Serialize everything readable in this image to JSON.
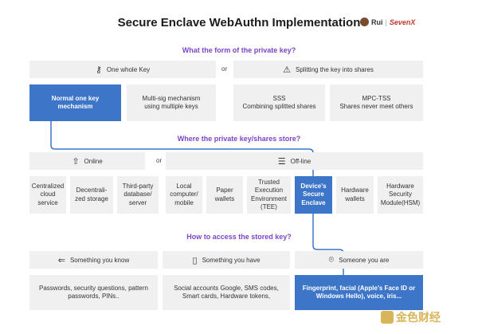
{
  "title": "Secure Enclave WebAuthn Implementation",
  "logos": {
    "rui": "Rui",
    "separator": "|",
    "sevenx": "SevenX"
  },
  "sections": {
    "q1": "What the form of the private key?",
    "q2": "Where the private key/shares store?",
    "q3": "How to access the stored key?"
  },
  "row1": {
    "left_header": "One whole Key",
    "or": "or",
    "right_header": "Splitting the key into shares",
    "options": [
      {
        "label": "Normal one key mechanism"
      },
      {
        "label": "Multi-sig mechanism using multiple keys"
      },
      {
        "label": "SSS\nCombining splitted shares"
      },
      {
        "label": "MPC-TSS\nShares never meet others"
      }
    ]
  },
  "row2": {
    "left_header": "Online",
    "or": "or",
    "right_header": "Off-line",
    "options": [
      {
        "label": "Centralized cloud service"
      },
      {
        "label": "Decentrali-zed storage"
      },
      {
        "label": "Third-party database/ server"
      },
      {
        "label": "Local computer/ mobile"
      },
      {
        "label": "Paper wallets"
      },
      {
        "label": "Trusted Execution Environment (TEE)"
      },
      {
        "label": "Device's Secure Enclave"
      },
      {
        "label": "Hardware wallets"
      },
      {
        "label": "Hardware Security Module(HSM)"
      }
    ]
  },
  "row3": {
    "headers": [
      "Something you know",
      "Something you have",
      "Someone you are"
    ],
    "options": [
      {
        "label": "Passwords, security questions, pattern passwords, PINs.."
      },
      {
        "label": "Social accounts Google, SMS codes, Smart cards, Hardware tokens,"
      },
      {
        "label": "Fingerprint, facial (Apple's Face ID or Windows Hello), voice, iris..."
      }
    ]
  },
  "watermark": "金色财经",
  "colors": {
    "accent": "#3d76c9",
    "question": "#7a45c9",
    "box": "#f0f0f0"
  },
  "icons": {
    "key": "key-icon",
    "split": "split-icon",
    "cloud": "cloud-upload-icon",
    "server": "server-icon",
    "arrow": "arrow-left-icon",
    "phone": "phone-icon",
    "face": "face-scan-icon"
  }
}
